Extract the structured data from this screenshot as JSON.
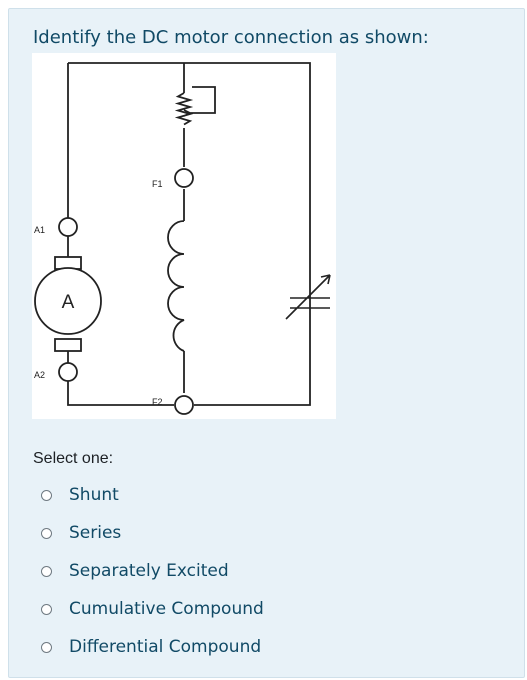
{
  "question": {
    "text": "Identify the DC motor connection as shown:"
  },
  "diagram": {
    "labels": {
      "a1": "A1",
      "a2": "A2",
      "f1": "F1",
      "f2": "F2",
      "armature": "A"
    }
  },
  "answer": {
    "prompt": "Select one:",
    "options": [
      {
        "label": "Shunt",
        "selected": false
      },
      {
        "label": "Series",
        "selected": false
      },
      {
        "label": "Separately Excited",
        "selected": false
      },
      {
        "label": "Cumulative Compound",
        "selected": false
      },
      {
        "label": "Differential Compound",
        "selected": false
      }
    ]
  },
  "colors": {
    "card_background": "#e8f2f8",
    "question_text": "#114a66",
    "wire": "#222222"
  }
}
